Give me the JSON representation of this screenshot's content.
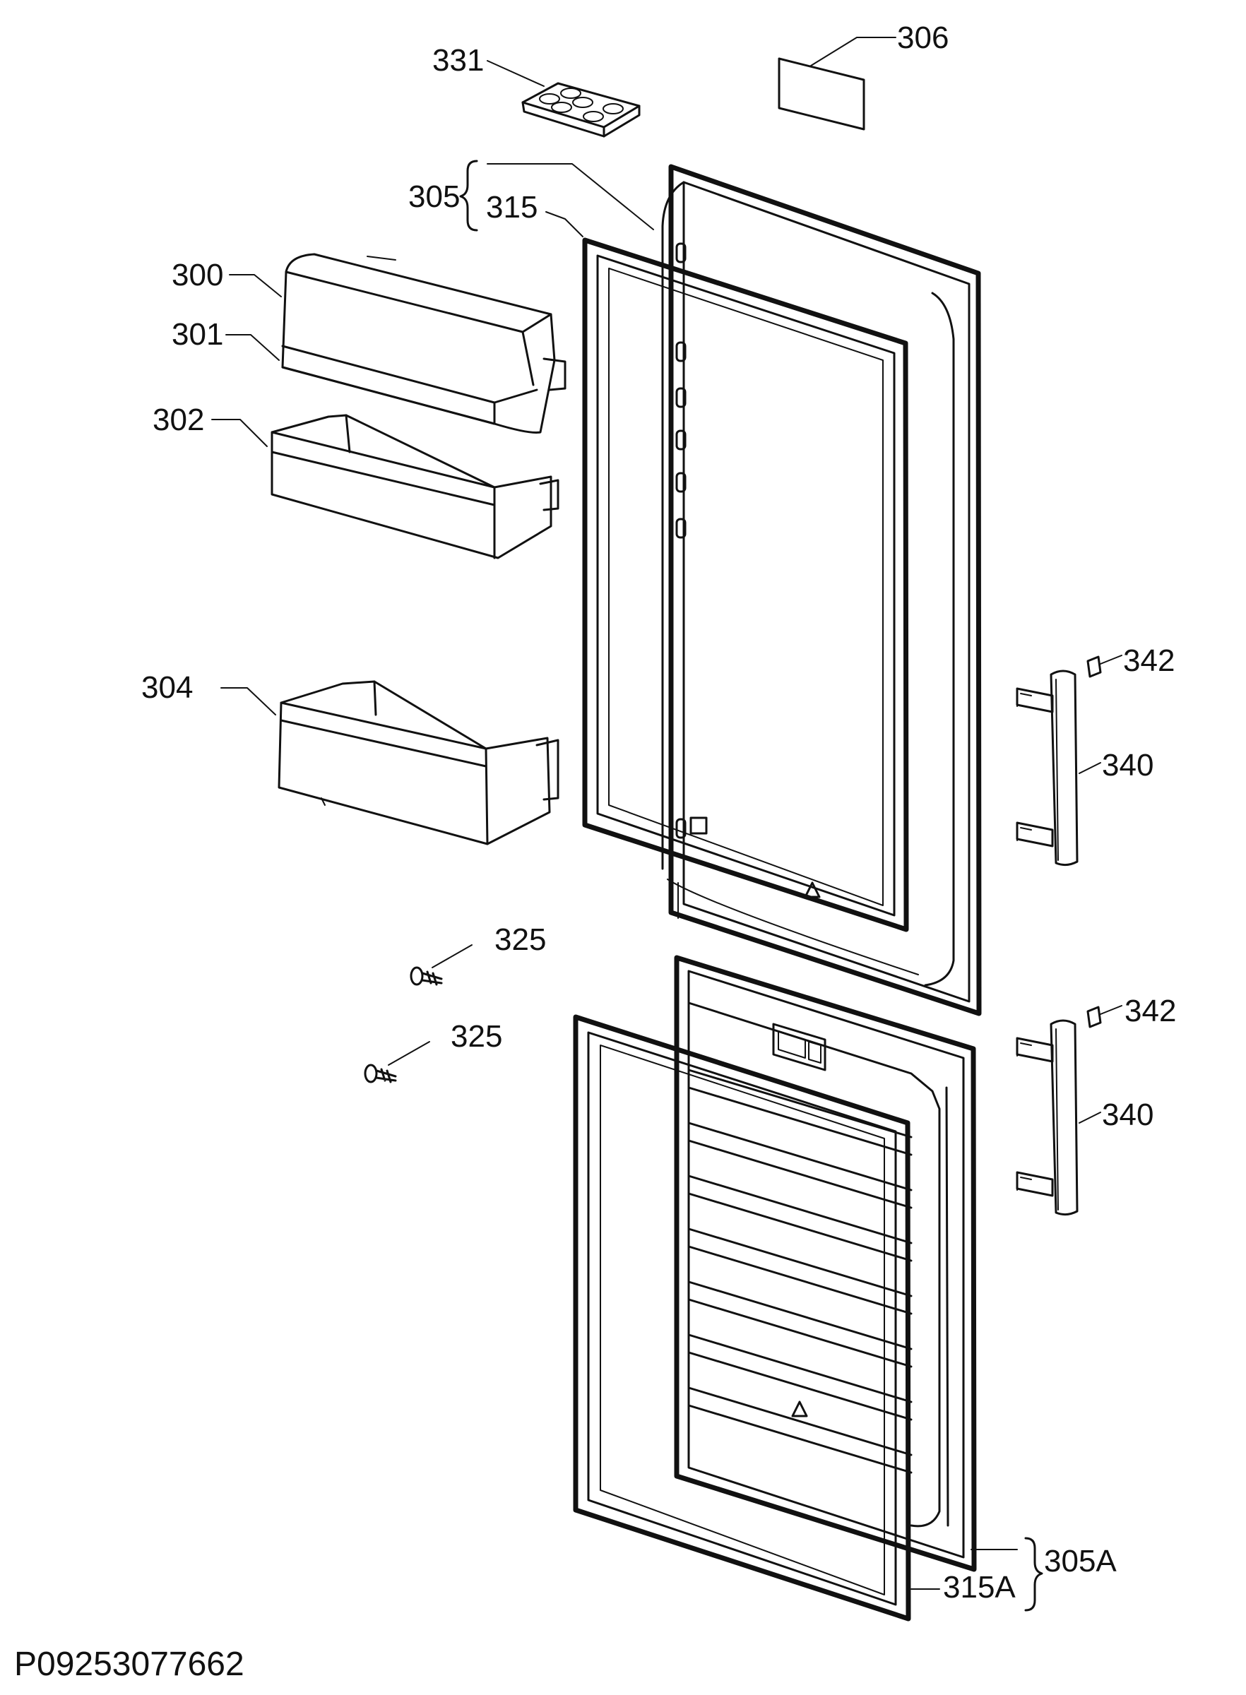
{
  "drawing_number": "P09253077662",
  "callouts": {
    "c331": "331",
    "c306": "306",
    "c305": "305",
    "c315": "315",
    "c300": "300",
    "c301": "301",
    "c302": "302",
    "c304": "304",
    "c342a": "342",
    "c340a": "340",
    "c325a": "325",
    "c325b": "325",
    "c342b": "342",
    "c340b": "340",
    "c305A": "305A",
    "c315A": "315A"
  },
  "colors": {
    "line": "#111111",
    "background": "#ffffff"
  }
}
